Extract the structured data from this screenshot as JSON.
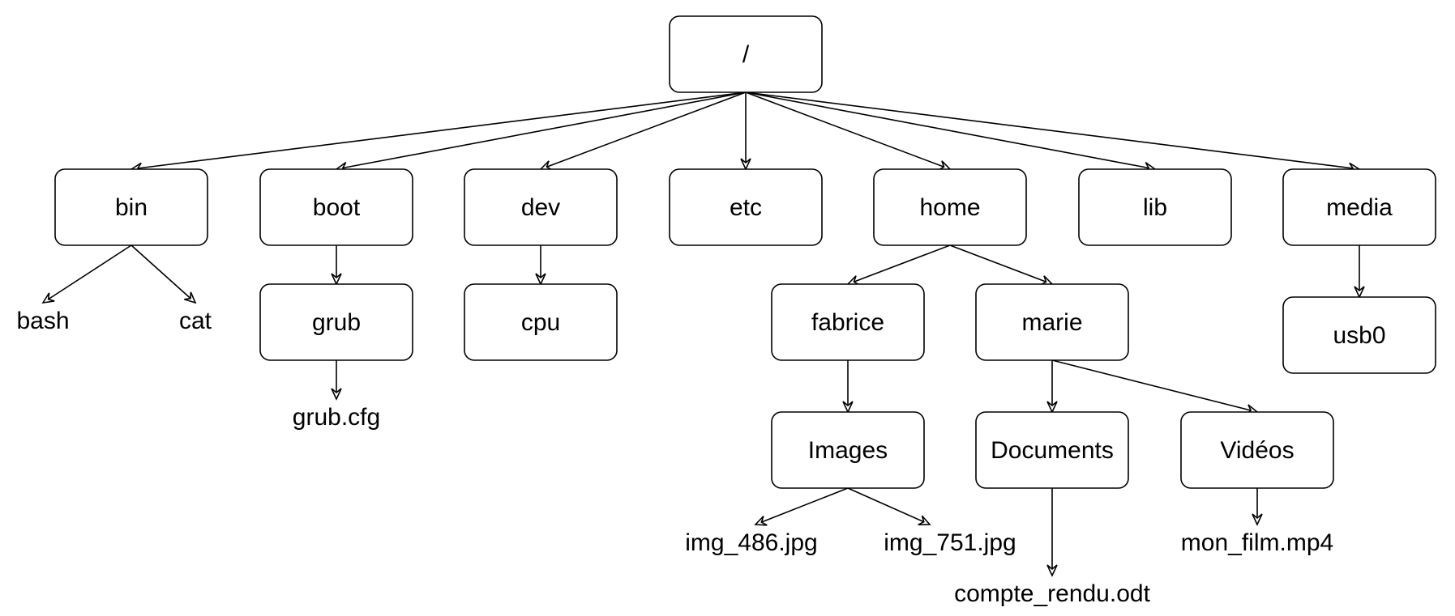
{
  "diagram": {
    "type": "filesystem-tree",
    "nodes": [
      {
        "id": "root",
        "label": "/",
        "kind": "folder"
      },
      {
        "id": "bin",
        "label": "bin",
        "kind": "folder",
        "parent": "root"
      },
      {
        "id": "boot",
        "label": "boot",
        "kind": "folder",
        "parent": "root"
      },
      {
        "id": "dev",
        "label": "dev",
        "kind": "folder",
        "parent": "root"
      },
      {
        "id": "etc",
        "label": "etc",
        "kind": "folder",
        "parent": "root"
      },
      {
        "id": "home",
        "label": "home",
        "kind": "folder",
        "parent": "root"
      },
      {
        "id": "lib",
        "label": "lib",
        "kind": "folder",
        "parent": "root"
      },
      {
        "id": "media",
        "label": "media",
        "kind": "folder",
        "parent": "root"
      },
      {
        "id": "bash",
        "label": "bash",
        "kind": "file",
        "parent": "bin"
      },
      {
        "id": "cat",
        "label": "cat",
        "kind": "file",
        "parent": "bin"
      },
      {
        "id": "grub",
        "label": "grub",
        "kind": "folder",
        "parent": "boot"
      },
      {
        "id": "grubcfg",
        "label": "grub.cfg",
        "kind": "file",
        "parent": "grub"
      },
      {
        "id": "cpu",
        "label": "cpu",
        "kind": "folder",
        "parent": "dev"
      },
      {
        "id": "fabrice",
        "label": "fabrice",
        "kind": "folder",
        "parent": "home"
      },
      {
        "id": "marie",
        "label": "marie",
        "kind": "folder",
        "parent": "home"
      },
      {
        "id": "images",
        "label": "Images",
        "kind": "folder",
        "parent": "fabrice"
      },
      {
        "id": "img486",
        "label": "img_486.jpg",
        "kind": "file",
        "parent": "images"
      },
      {
        "id": "img751",
        "label": "img_751.jpg",
        "kind": "file",
        "parent": "images"
      },
      {
        "id": "documents",
        "label": "Documents",
        "kind": "folder",
        "parent": "marie"
      },
      {
        "id": "videos",
        "label": "Vidéos",
        "kind": "folder",
        "parent": "marie"
      },
      {
        "id": "compterendu",
        "label": "compte_rendu.odt",
        "kind": "file",
        "parent": "documents"
      },
      {
        "id": "monfilm",
        "label": "mon_film.mp4",
        "kind": "file",
        "parent": "videos"
      },
      {
        "id": "usb0",
        "label": "usb0",
        "kind": "folder",
        "parent": "media"
      }
    ]
  }
}
